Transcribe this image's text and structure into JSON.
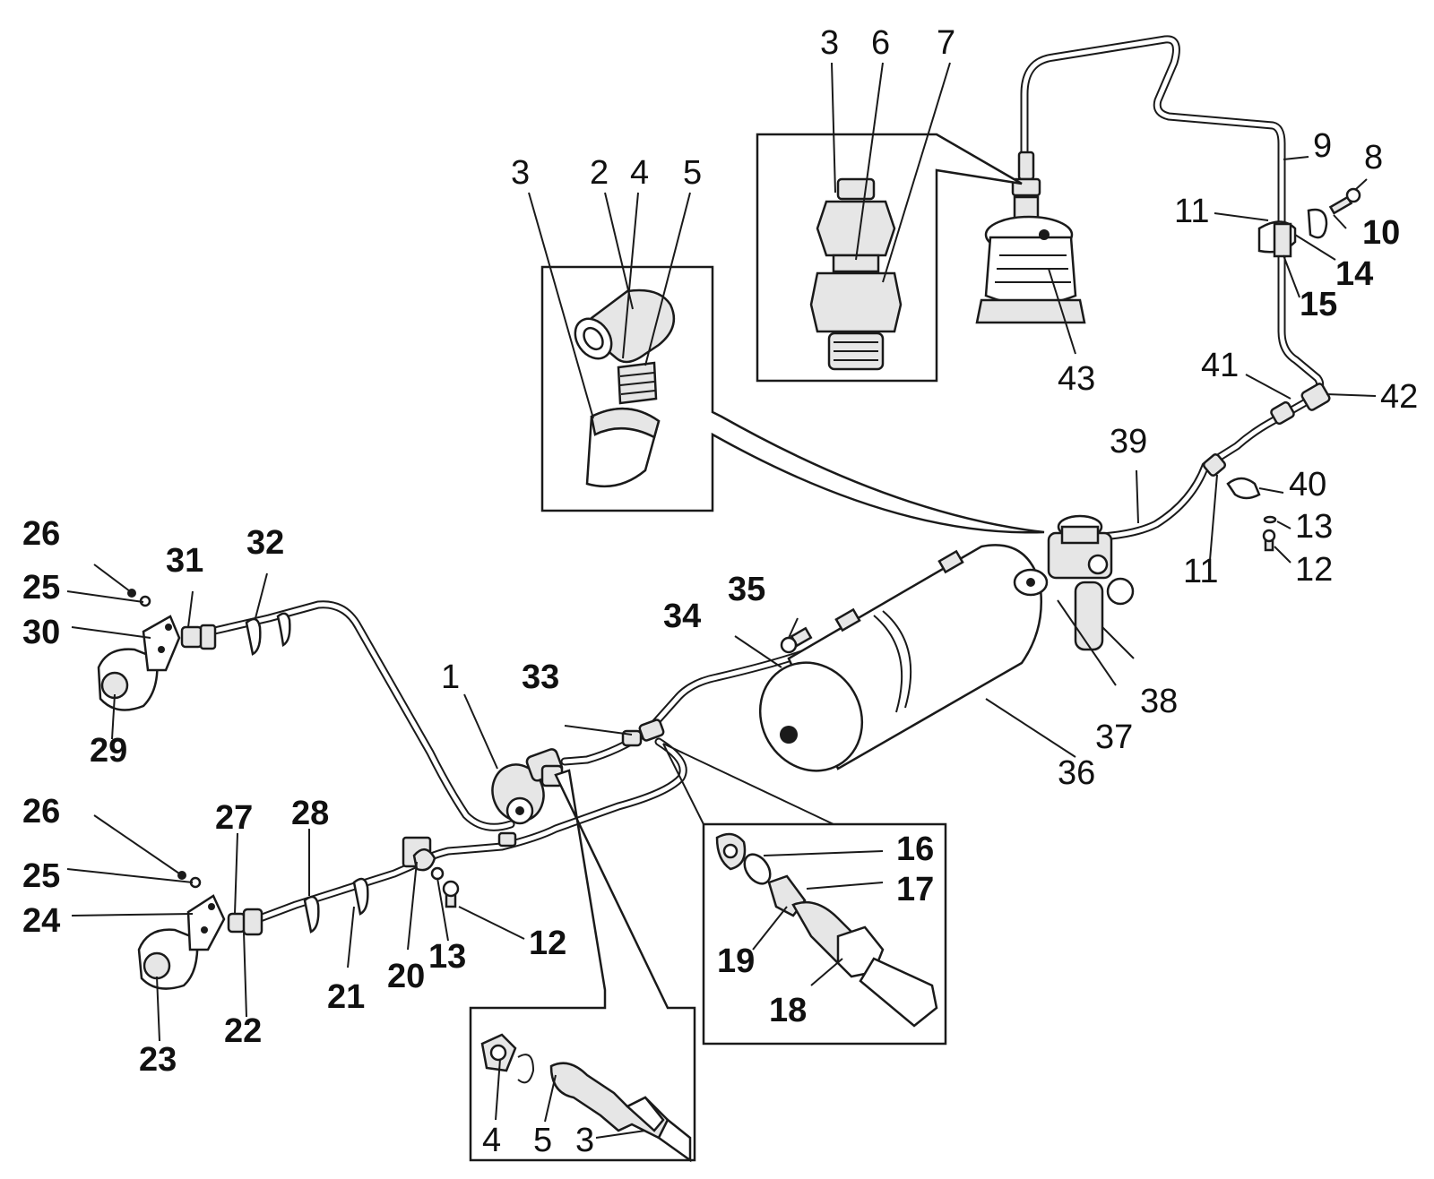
{
  "callouts": [
    {
      "id": "c3a",
      "text": "3",
      "bold": false
    },
    {
      "id": "c2",
      "text": "2",
      "bold": false
    },
    {
      "id": "c4a",
      "text": "4",
      "bold": false
    },
    {
      "id": "c5a",
      "text": "5",
      "bold": false
    },
    {
      "id": "c3b",
      "text": "3",
      "bold": false
    },
    {
      "id": "c6",
      "text": "6",
      "bold": false
    },
    {
      "id": "c7",
      "text": "7",
      "bold": false
    },
    {
      "id": "c43",
      "text": "43",
      "bold": false
    },
    {
      "id": "c9",
      "text": "9",
      "bold": false
    },
    {
      "id": "c8",
      "text": "8",
      "bold": false
    },
    {
      "id": "c11a",
      "text": "11",
      "bold": false
    },
    {
      "id": "c10",
      "text": "10",
      "bold": true
    },
    {
      "id": "c14",
      "text": "14",
      "bold": true
    },
    {
      "id": "c15",
      "text": "15",
      "bold": true
    },
    {
      "id": "c41",
      "text": "41",
      "bold": false
    },
    {
      "id": "c42",
      "text": "42",
      "bold": false
    },
    {
      "id": "c39",
      "text": "39",
      "bold": false
    },
    {
      "id": "c40",
      "text": "40",
      "bold": false
    },
    {
      "id": "c13a",
      "text": "13",
      "bold": false
    },
    {
      "id": "c11b",
      "text": "11",
      "bold": false
    },
    {
      "id": "c12a",
      "text": "12",
      "bold": false
    },
    {
      "id": "c35",
      "text": "35",
      "bold": true
    },
    {
      "id": "c34",
      "text": "34",
      "bold": true
    },
    {
      "id": "c37",
      "text": "37",
      "bold": false
    },
    {
      "id": "c38",
      "text": "38",
      "bold": false
    },
    {
      "id": "c36",
      "text": "36",
      "bold": false
    },
    {
      "id": "c1",
      "text": "1",
      "bold": false
    },
    {
      "id": "c33",
      "text": "33",
      "bold": true
    },
    {
      "id": "c26a",
      "text": "26",
      "bold": true
    },
    {
      "id": "c31",
      "text": "31",
      "bold": true
    },
    {
      "id": "c32",
      "text": "32",
      "bold": true
    },
    {
      "id": "c25a",
      "text": "25",
      "bold": true
    },
    {
      "id": "c30",
      "text": "30",
      "bold": true
    },
    {
      "id": "c29",
      "text": "29",
      "bold": true
    },
    {
      "id": "c26b",
      "text": "26",
      "bold": true
    },
    {
      "id": "c27",
      "text": "27",
      "bold": true
    },
    {
      "id": "c28",
      "text": "28",
      "bold": true
    },
    {
      "id": "c25b",
      "text": "25",
      "bold": true
    },
    {
      "id": "c24",
      "text": "24",
      "bold": true
    },
    {
      "id": "c23",
      "text": "23",
      "bold": true
    },
    {
      "id": "c22",
      "text": "22",
      "bold": true
    },
    {
      "id": "c21",
      "text": "21",
      "bold": true
    },
    {
      "id": "c20",
      "text": "20",
      "bold": true
    },
    {
      "id": "c13b",
      "text": "13",
      "bold": true
    },
    {
      "id": "c12b",
      "text": "12",
      "bold": true
    },
    {
      "id": "c16",
      "text": "16",
      "bold": true
    },
    {
      "id": "c17",
      "text": "17",
      "bold": true
    },
    {
      "id": "c19",
      "text": "19",
      "bold": true
    },
    {
      "id": "c18",
      "text": "18",
      "bold": true
    },
    {
      "id": "c4b",
      "text": "4",
      "bold": false
    },
    {
      "id": "c5b",
      "text": "5",
      "bold": false
    },
    {
      "id": "c3c",
      "text": "3",
      "bold": false
    }
  ]
}
